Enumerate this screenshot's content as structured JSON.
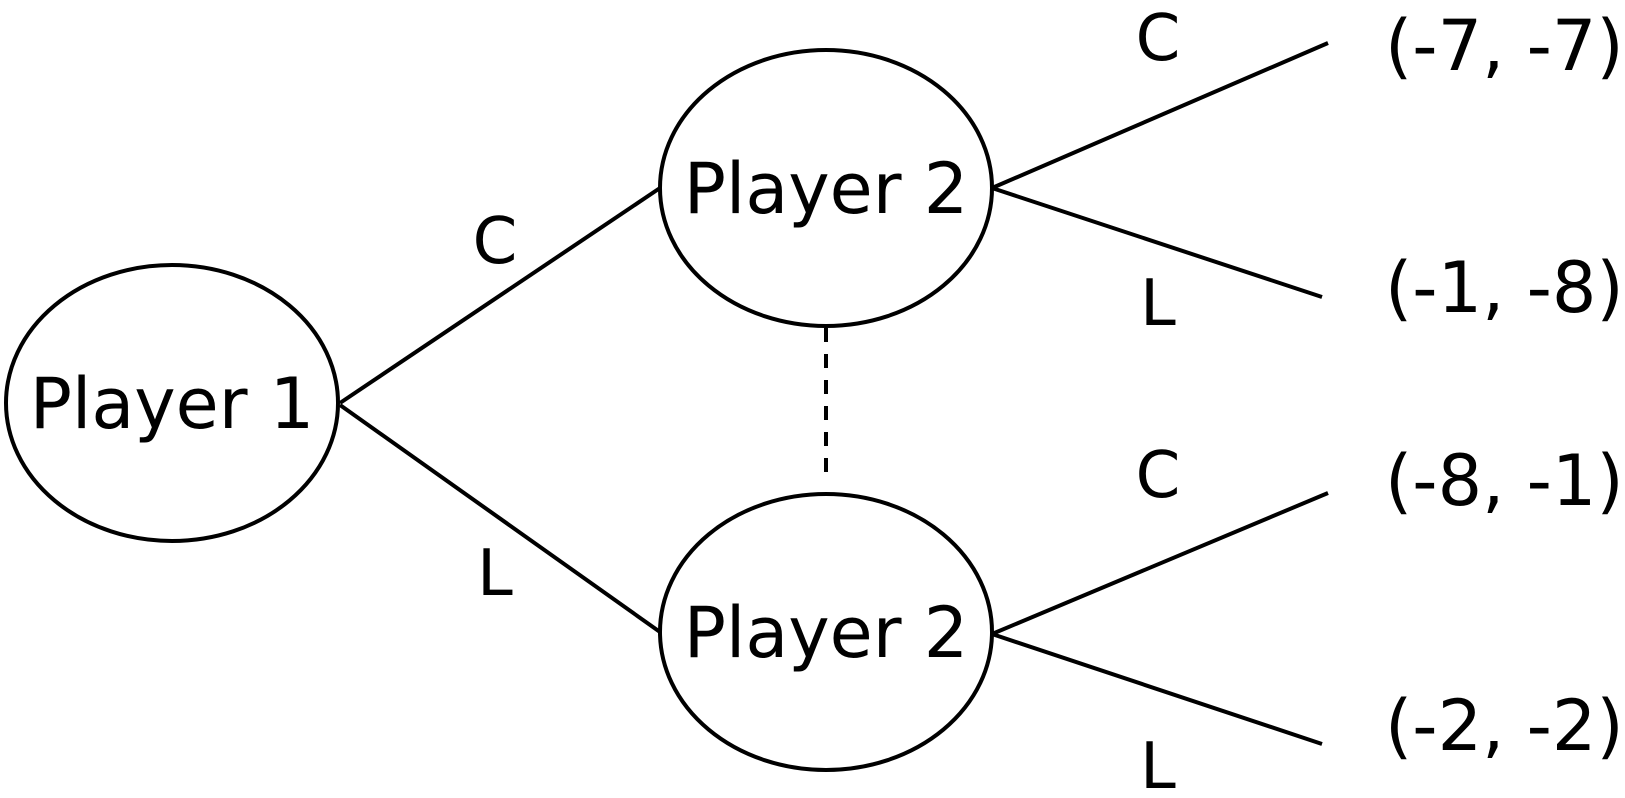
{
  "nodes": {
    "root": {
      "label": "Player 1"
    },
    "upper": {
      "label": "Player 2"
    },
    "lower": {
      "label": "Player 2"
    }
  },
  "edges": {
    "root_to_upper": {
      "label": "C"
    },
    "root_to_lower": {
      "label": "L"
    },
    "upper_C": {
      "label": "C"
    },
    "upper_L": {
      "label": "L"
    },
    "lower_C": {
      "label": "C"
    },
    "lower_L": {
      "label": "L"
    }
  },
  "payoffs": {
    "upper_C": "(-7, -7)",
    "upper_L": "(-1, -8)",
    "lower_C": "(-8, -1)",
    "lower_L": "(-2, -2)"
  },
  "information_set": {
    "connects": [
      "upper",
      "lower"
    ],
    "style": "dashed"
  }
}
